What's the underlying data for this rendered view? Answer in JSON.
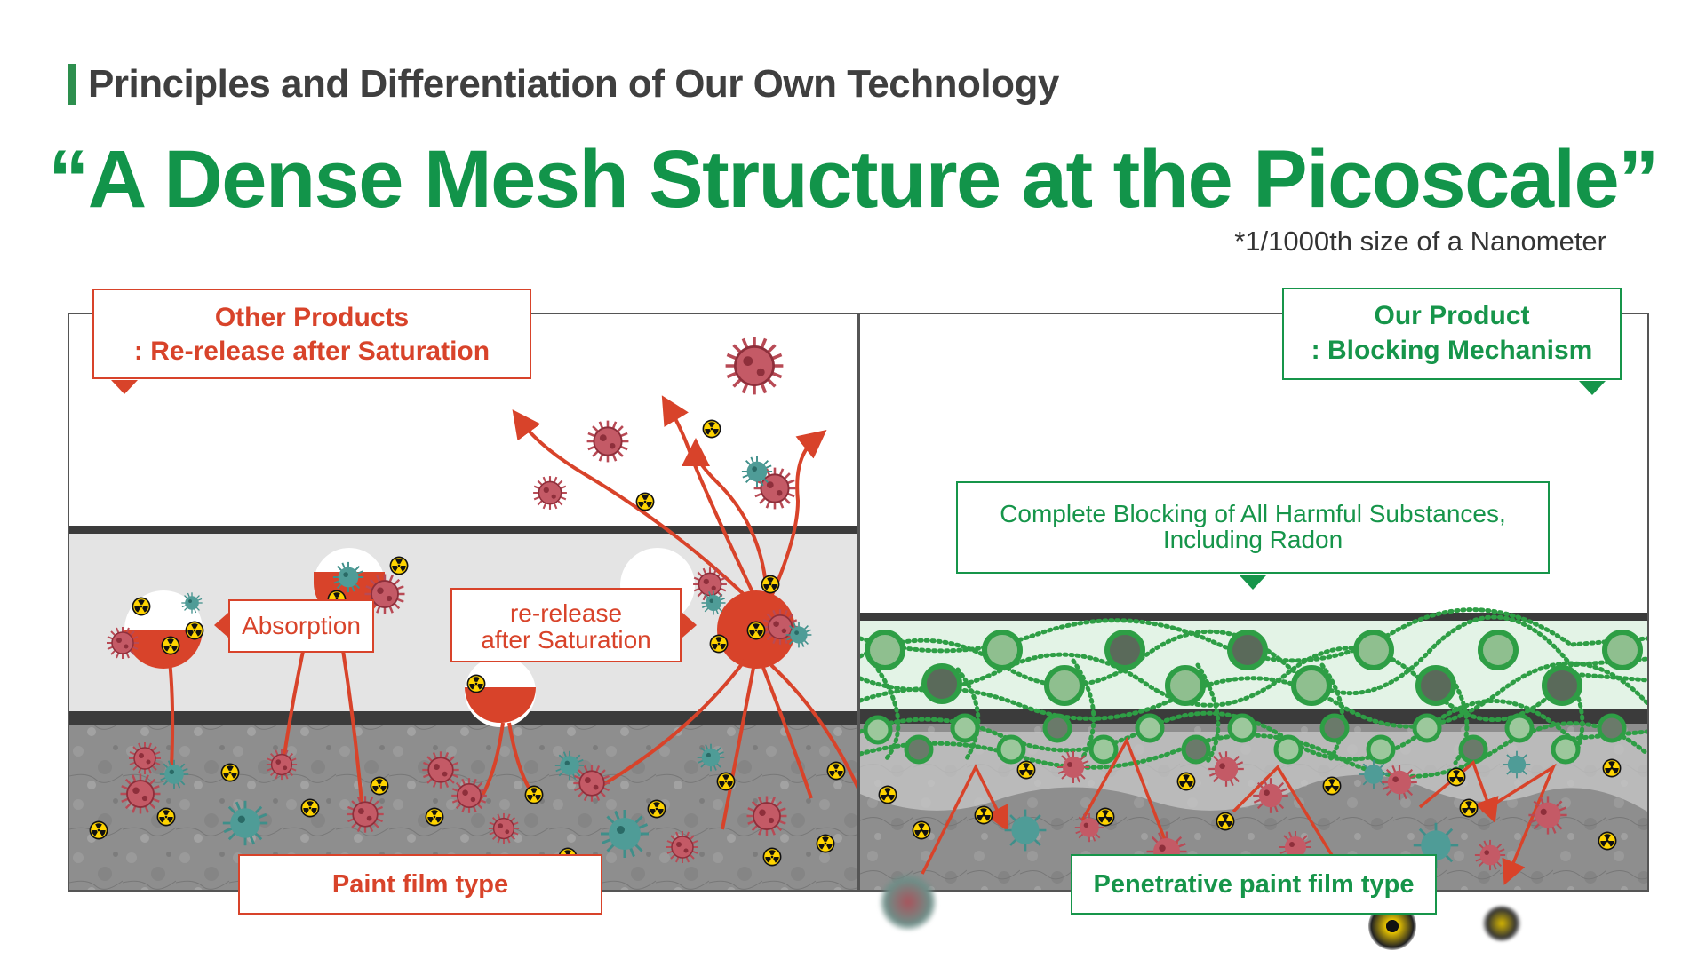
{
  "header": {
    "section_title": "Principles and Differentiation of Our Own Technology",
    "headline": "“A Dense Mesh Structure at the Picoscale”",
    "note": "*1/1000th size of a Nanometer"
  },
  "left_panel": {
    "title_line1": "Other Products",
    "title_line2": ": Re-release after Saturation",
    "label_absorption": "Absorption",
    "label_rerelease_line1": "re-release",
    "label_rerelease_line2": "after Saturation",
    "label_film": "Paint film type"
  },
  "right_panel": {
    "title_line1": "Our Product",
    "title_line2": ": Blocking Mechanism",
    "label_blocking_line1": "Complete Blocking of All Harmful Substances,",
    "label_blocking_line2": "Including Radon",
    "label_film": "Penetrative paint film type"
  },
  "colors": {
    "brand_green": "#12944a",
    "accent_red": "#d8432a",
    "virus_red": "#b84a55",
    "virus_teal": "#3f8f8a",
    "radiation_yellow": "#ffd400"
  },
  "icons": [
    "virus-icon",
    "radiation-icon",
    "arrow-icon",
    "mesh-structure"
  ]
}
